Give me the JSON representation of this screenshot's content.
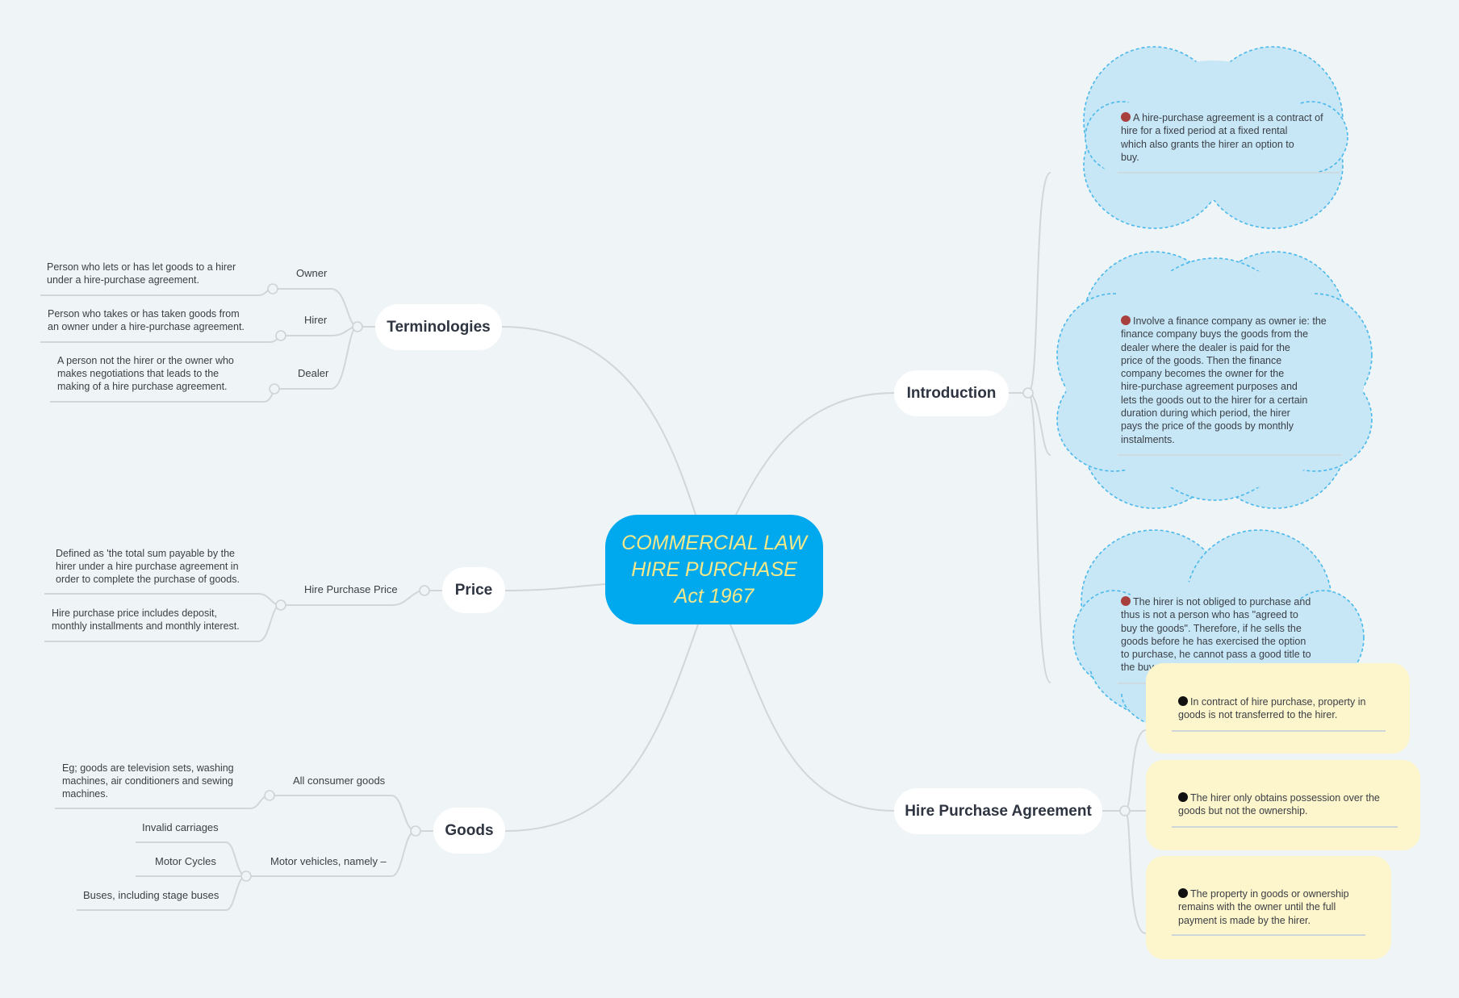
{
  "central": {
    "line1": "COMMERCIAL LAW",
    "line2": "HIRE PURCHASE",
    "line3": "Act 1967"
  },
  "colors": {
    "central_fill": "#00a8ee",
    "central_text": "#f4e889",
    "cloud_fill": "#c7e7f7",
    "cloud_stroke": "#4ab8ea",
    "yellow_fill": "#fdf5cb",
    "bullet_red": "#a8403e",
    "line": "#d3d6d8"
  },
  "topics": {
    "terminologies": "Terminologies",
    "price": "Price",
    "goods": "Goods",
    "introduction": "Introduction",
    "hire_purchase_agreement": "Hire Purchase Agreement"
  },
  "terminologies": {
    "owner": {
      "label": "Owner",
      "text": [
        "Person who lets or has let goods to a hirer",
        "under a hire-purchase agreement."
      ]
    },
    "hirer": {
      "label": "Hirer",
      "text": [
        "Person who takes or has taken goods from",
        "an owner under a hire-purchase agreement."
      ]
    },
    "dealer": {
      "label": "Dealer",
      "text": [
        "A person not the hirer or the owner who",
        "makes negotiations that leads to the",
        "making of a hire purchase agreement."
      ]
    }
  },
  "price": {
    "label": "Hire Purchase Price",
    "definition": [
      "Defined as 'the total sum payable by the",
      "hirer under a hire purchase agreement in",
      "order to complete the purchase of goods."
    ],
    "includes": [
      "Hire purchase price includes deposit,",
      "monthly installments and monthly interest."
    ]
  },
  "goods": {
    "consumer": {
      "label": "All consumer goods",
      "text": [
        "Eg; goods are television sets, washing",
        "machines, air conditioners and sewing",
        "machines."
      ]
    },
    "vehicles": {
      "label": "Motor vehicles, namely –",
      "items": [
        "Invalid carriages",
        "Motor Cycles",
        "Buses, including stage buses"
      ]
    }
  },
  "introduction": {
    "note1": [
      "A hire-purchase agreement is a contract of",
      "hire for a fixed period at a fixed rental",
      "which also grants the hirer an option to",
      "buy."
    ],
    "note2": [
      "Involve a finance company as owner ie: the",
      "finance company buys the goods from the",
      "dealer where the dealer is paid for the",
      "price of the goods. Then the finance",
      "company becomes the owner for the",
      "hire-purchase agreement purposes and",
      "lets the goods out to the hirer for a certain",
      "duration during which period, the hirer",
      "pays the price of the goods by monthly",
      "instalments."
    ],
    "note3": [
      "The hirer is not obliged to purchase and",
      "thus is not a person who has \"agreed to",
      "buy the goods\". Therefore, if he sells the",
      "goods before he has exercised the option",
      "to purchase, he cannot pass a good title to",
      "the buyer."
    ]
  },
  "agreement": {
    "note1": [
      "In contract of hire purchase, property in",
      "goods is not transferred to the hirer."
    ],
    "note2": [
      "The hirer only obtains possession over the",
      "goods but not the ownership."
    ],
    "note3": [
      "The property in goods or ownership",
      "remains with the owner until the full",
      "payment is made by the hirer."
    ]
  }
}
